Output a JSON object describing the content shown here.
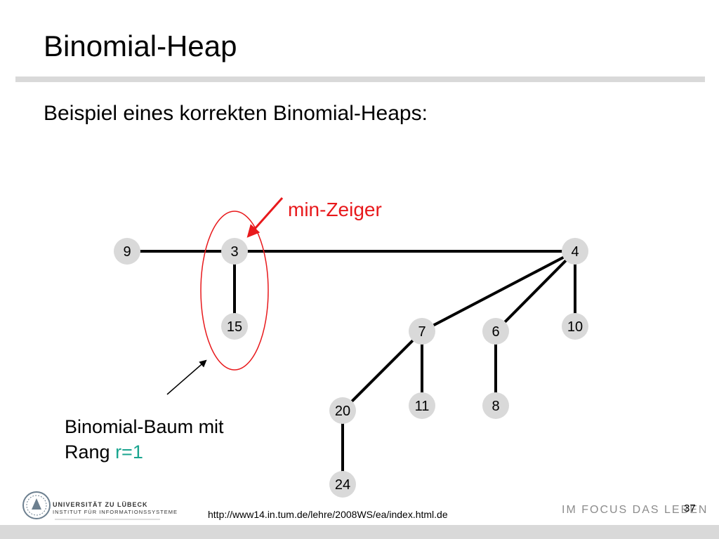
{
  "slide": {
    "title": "Binomial-Heap",
    "subtitle": "Beispiel eines korrekten Binomial-Heaps:"
  },
  "heap": {
    "nodes": [
      {
        "id": "n9",
        "label": "9"
      },
      {
        "id": "n3",
        "label": "3"
      },
      {
        "id": "n15",
        "label": "15"
      },
      {
        "id": "n4",
        "label": "4"
      },
      {
        "id": "n7",
        "label": "7"
      },
      {
        "id": "n6",
        "label": "6"
      },
      {
        "id": "n10",
        "label": "10"
      },
      {
        "id": "n20",
        "label": "20"
      },
      {
        "id": "n11",
        "label": "11"
      },
      {
        "id": "n8",
        "label": "8"
      },
      {
        "id": "n24",
        "label": "24"
      }
    ],
    "root_list": [
      "9",
      "3",
      "4"
    ],
    "edges": [
      {
        "parent": "3",
        "child": "15"
      },
      {
        "parent": "4",
        "child": "7"
      },
      {
        "parent": "4",
        "child": "6"
      },
      {
        "parent": "4",
        "child": "10"
      },
      {
        "parent": "7",
        "child": "20"
      },
      {
        "parent": "7",
        "child": "11"
      },
      {
        "parent": "6",
        "child": "8"
      },
      {
        "parent": "20",
        "child": "24"
      }
    ],
    "min_pointer_label": "min-Zeiger",
    "min_pointer_target": "3",
    "highlight_color": "#e8191c"
  },
  "caption": {
    "line1": "Binomial-Baum mit",
    "line2_prefix": "Rang ",
    "line2_value": "r=1",
    "value_color": "#1aa58f"
  },
  "footer": {
    "university": "UNIVERSITÄT ZU LÜBECK",
    "institute": "INSTITUT FÜR INFORMATIONSSYSTEME",
    "url": "http://www14.in.tum.de/lehre/2008WS/ea/index.html.de",
    "slogan": "IM FOCUS DAS LEBEN",
    "page_number": "37"
  },
  "colors": {
    "node_fill": "#d9d9d9",
    "rule": "#d9d9d9",
    "slogan": "#8c8c8c"
  }
}
